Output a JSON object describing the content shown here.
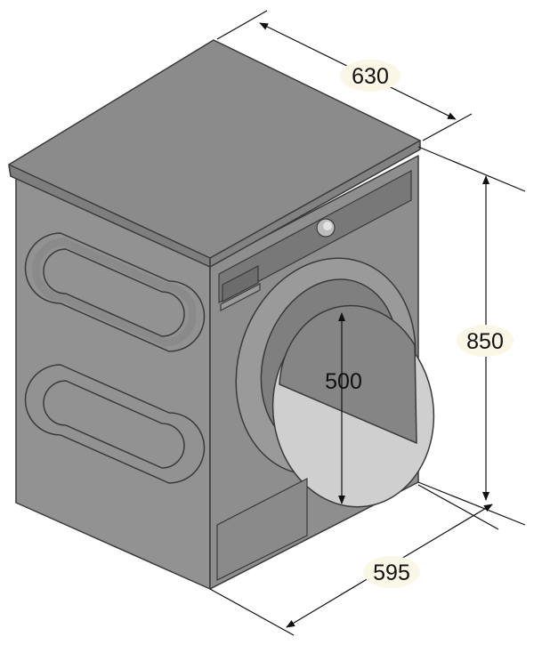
{
  "dimensions": {
    "depth": "630",
    "height": "850",
    "width": "595",
    "door_diameter": "500"
  },
  "colors": {
    "body_side": "#919191",
    "body_front": "#8d8d8d",
    "top": "#8a8a8a",
    "outline": "#3a3a3a",
    "door_glass": "#d3d3d3",
    "panel": "#7a7a7a",
    "label_bg": "#fbf7e6"
  }
}
